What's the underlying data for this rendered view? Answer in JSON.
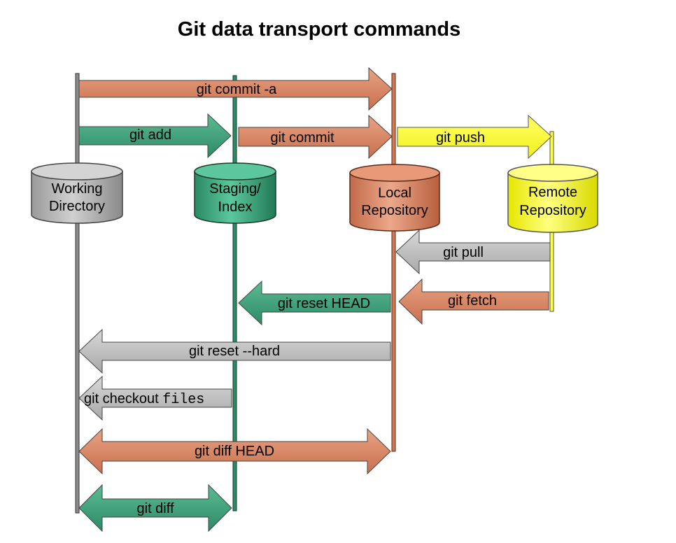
{
  "title": "Git data transport commands",
  "locations": {
    "working": {
      "line1": "Working",
      "line2": "Directory"
    },
    "staging": {
      "line1": "Staging/",
      "line2": "Index"
    },
    "local": {
      "line1": "Local",
      "line2": "Repository"
    },
    "remote": {
      "line1": "Remote",
      "line2": "Repository"
    }
  },
  "commands": {
    "commit_a": "git commit -a",
    "add": "git add",
    "commit": "git commit",
    "push": "git push",
    "pull": "git pull",
    "fetch": "git fetch",
    "reset_head": "git reset HEAD",
    "reset_hard": "git reset --hard",
    "checkout": "git checkout",
    "checkout_arg": "files",
    "diff_head": "git diff HEAD",
    "diff": "git diff"
  },
  "colors": {
    "orange": "#d9896a",
    "green": "#3aa17e",
    "yellow": "#ffff33",
    "gray": "#bfbfbf"
  }
}
